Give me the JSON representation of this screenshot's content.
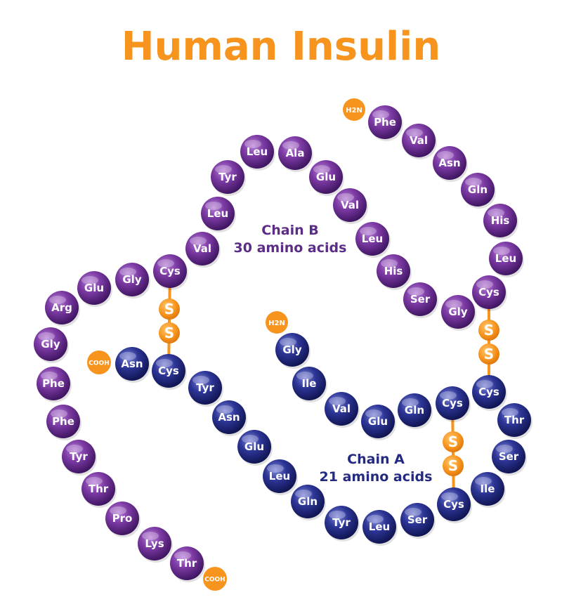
{
  "title": "Human Insulin",
  "colors": {
    "title": "#f7941d",
    "chain_b": "#6a2c91",
    "chain_a": "#232b85",
    "bond": "#f7941d",
    "label_b": "#5b2d86",
    "label_a": "#232a80"
  },
  "chain_b": {
    "label_line1": "Chain B",
    "label_line2": "30 amino acids",
    "n_terminus": "H2N",
    "c_terminus": "COOH",
    "residues": [
      "Phe",
      "Val",
      "Asn",
      "Gln",
      "His",
      "Leu",
      "Cys",
      "Gly",
      "Ser",
      "His",
      "Leu",
      "Val",
      "Glu",
      "Ala",
      "Leu",
      "Tyr",
      "Leu",
      "Val",
      "Cys",
      "Gly",
      "Glu",
      "Arg",
      "Gly",
      "Phe",
      "Phe",
      "Tyr",
      "Thr",
      "Pro",
      "Lys",
      "Thr"
    ]
  },
  "chain_a": {
    "label_line1": "Chain A",
    "label_line2": "21 amino acids",
    "n_terminus": "H2N",
    "c_terminus": "COOH",
    "residues": [
      "Gly",
      "Ile",
      "Val",
      "Glu",
      "Gln",
      "Cys",
      "Cys",
      "Thr",
      "Ser",
      "Ile",
      "Cys",
      "Ser",
      "Leu",
      "Tyr",
      "Gln",
      "Leu",
      "Glu",
      "Asn",
      "Tyr",
      "Cys",
      "Asn"
    ]
  },
  "disulfide_bonds": [
    {
      "atoms": [
        "S",
        "S"
      ]
    },
    {
      "atoms": [
        "S",
        "S"
      ]
    },
    {
      "atoms": [
        "S",
        "S"
      ]
    }
  ]
}
